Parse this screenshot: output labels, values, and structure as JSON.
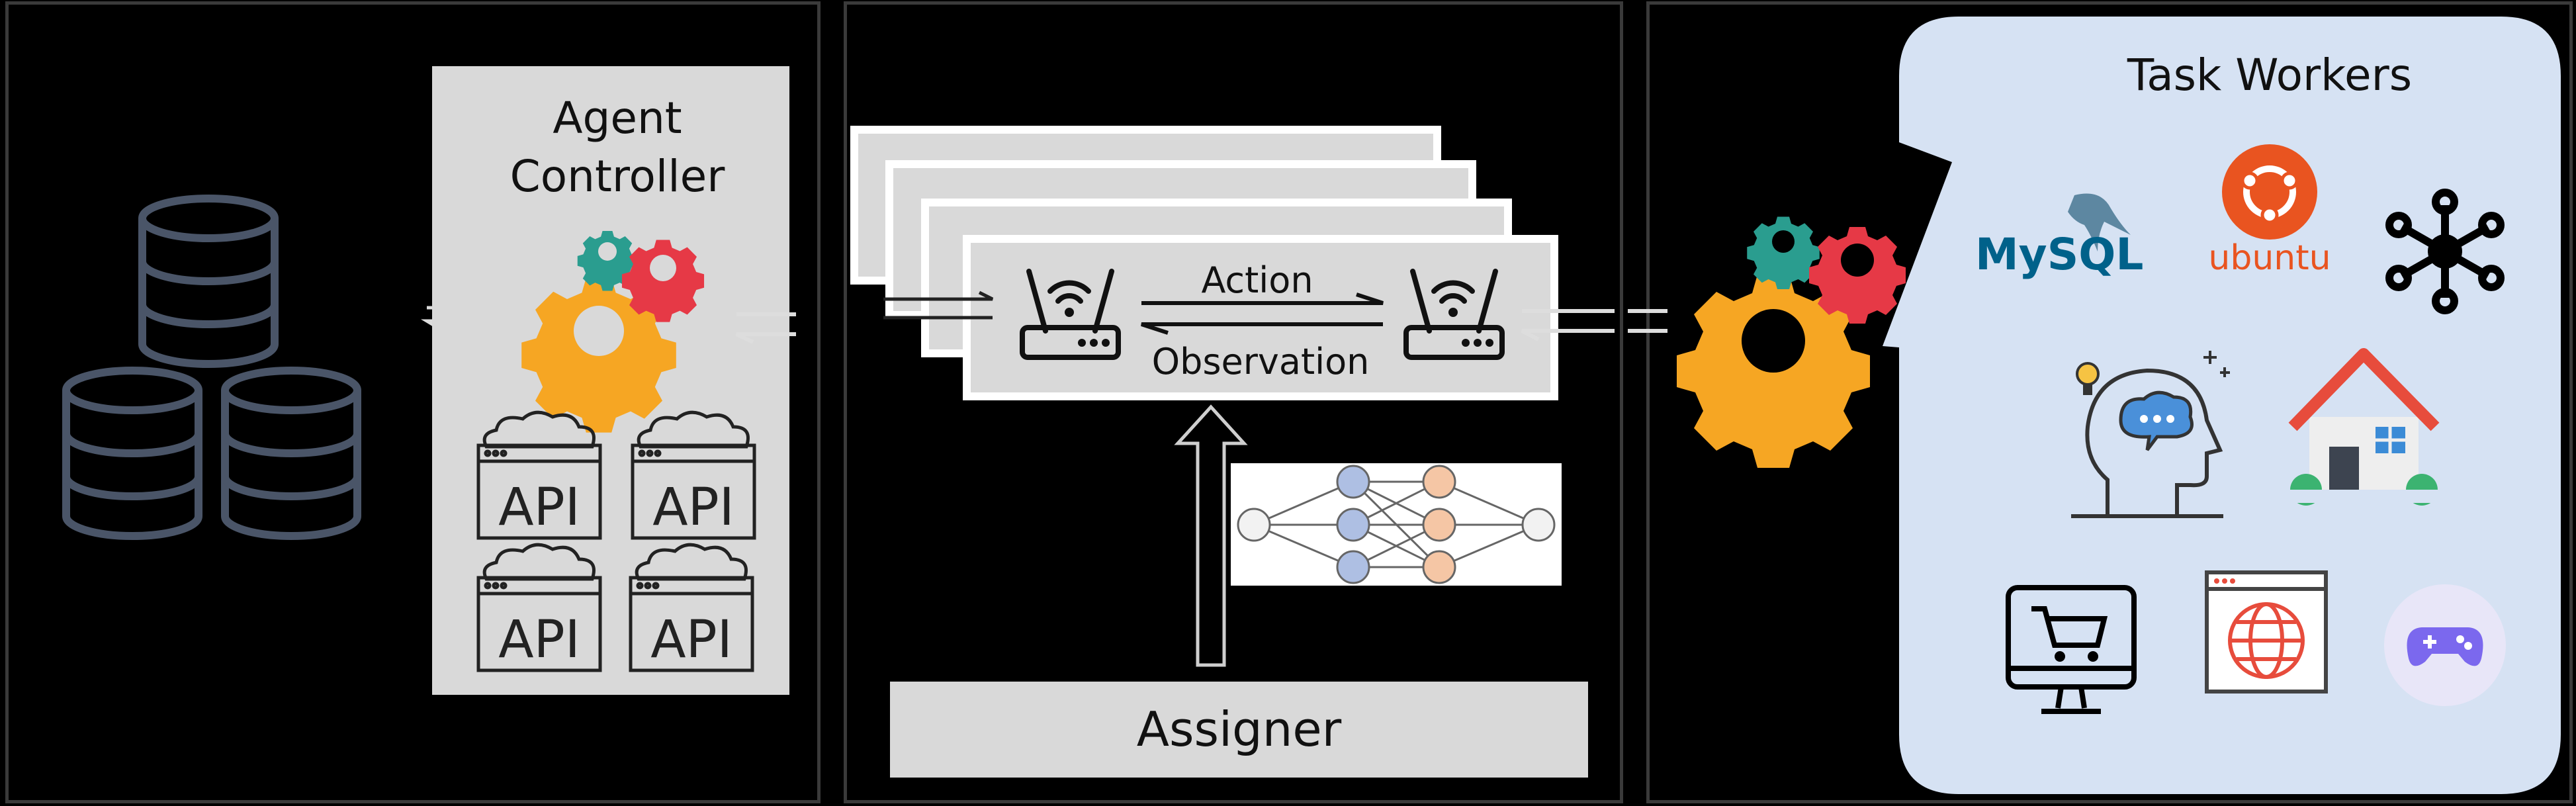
{
  "controller": {
    "title_line1": "Agent",
    "title_line2": "Controller",
    "api_label": "API"
  },
  "middle": {
    "action_label": "Action",
    "observation_label": "Observation",
    "assigner_label": "Assigner"
  },
  "workers": {
    "title": "Task Workers",
    "mysql_label": "MySQL",
    "ubuntu_label": "ubuntu"
  },
  "colors": {
    "gear_orange": "#f6a623",
    "gear_teal": "#2a9d8f",
    "gear_red": "#e63946",
    "db_stroke": "#4a5568",
    "bubble_bg": "#d6e2f3",
    "node_blue": "#aebfe3",
    "node_orange": "#f5c6a5"
  },
  "icons": [
    "database-icon",
    "gear-icon",
    "api-cloud-icon",
    "router-icon",
    "neural-network-icon",
    "mysql-logo-icon",
    "ubuntu-logo-icon",
    "network-hub-icon",
    "head-idea-icon",
    "house-icon",
    "shopping-cart-monitor-icon",
    "web-browser-globe-icon",
    "game-controller-icon"
  ]
}
